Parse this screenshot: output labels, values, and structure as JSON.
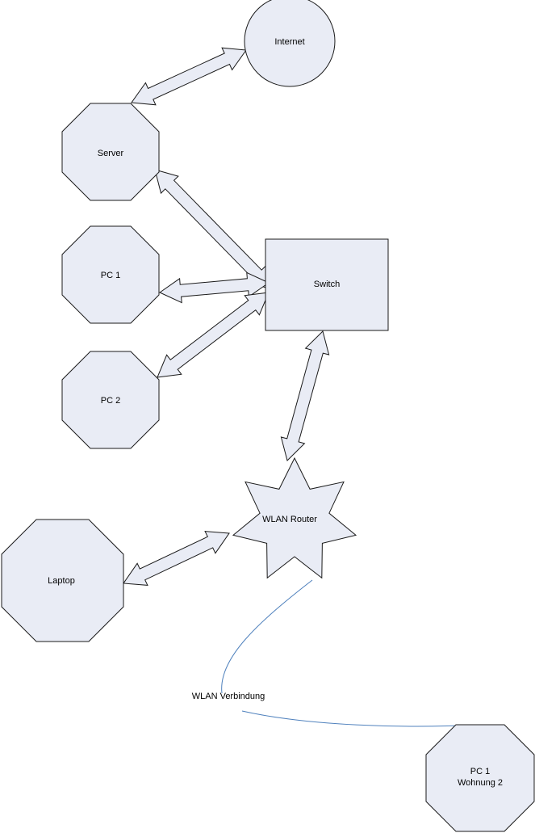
{
  "nodes": {
    "internet": "Internet",
    "server": "Server",
    "pc1": "PC 1",
    "pc2": "PC 2",
    "switch": "Switch",
    "wlan_router": "WLAN Router",
    "laptop": "Laptop",
    "remote_pc_line1": "PC 1",
    "remote_pc_line2": "Wohnung 2"
  },
  "connections": {
    "wlan_label": "WLAN Verbindung"
  },
  "colors": {
    "node_fill": "#e9ecf5",
    "outline": "#1a1a1a",
    "wlan_line": "#4f81bd"
  }
}
